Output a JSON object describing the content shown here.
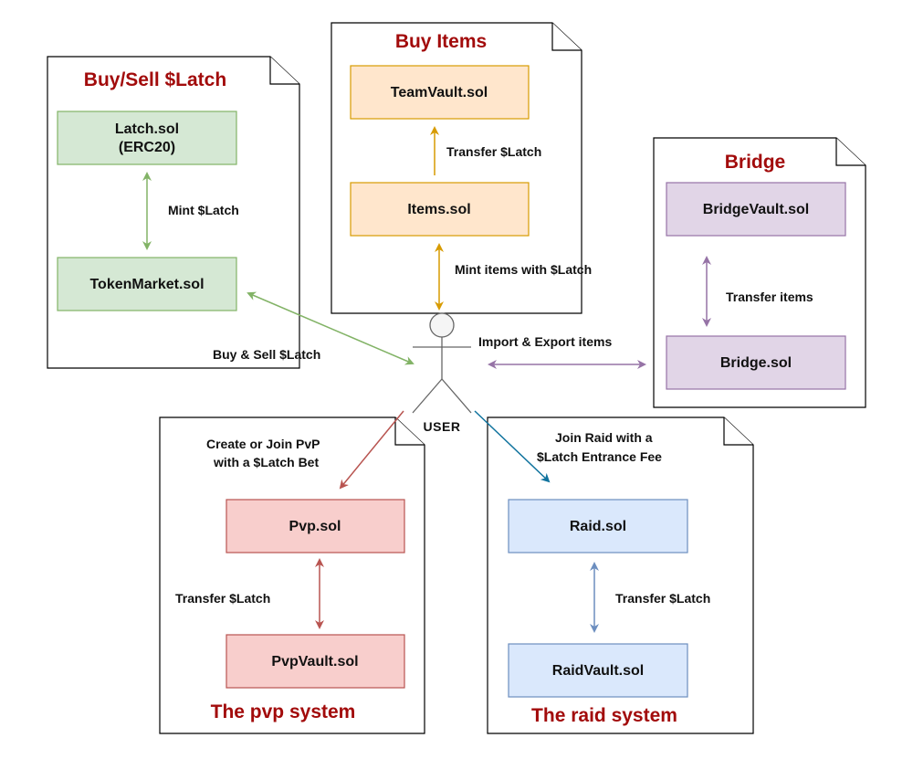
{
  "groups": {
    "buy_sell": {
      "title": "Buy/Sell $Latch",
      "box1_line1": "Latch.sol",
      "box1_line2": "(ERC20)",
      "box2": "TokenMarket.sol",
      "edge": "Mint $Latch",
      "fill": "#d5e8d4",
      "stroke": "#82b366"
    },
    "buy_items": {
      "title": "Buy Items",
      "box1": "TeamVault.sol",
      "box2": "Items.sol",
      "edge": "Transfer $Latch",
      "fill": "#ffe6cc",
      "stroke": "#d79b00"
    },
    "bridge": {
      "title": "Bridge",
      "box1": "BridgeVault.sol",
      "box2": "Bridge.sol",
      "edge": "Transfer items",
      "fill": "#e1d5e7",
      "stroke": "#9673a6"
    },
    "pvp": {
      "title": "The pvp system",
      "box1": "Pvp.sol",
      "box2": "PvpVault.sol",
      "edge": "Transfer $Latch",
      "fill": "#f8cecc",
      "stroke": "#b85450"
    },
    "raid": {
      "title": "The raid system",
      "box1": "Raid.sol",
      "box2": "RaidVault.sol",
      "edge": "Transfer $Latch",
      "fill": "#dae8fc",
      "stroke": "#6c8ebf"
    }
  },
  "user": {
    "label": "USER",
    "edges": {
      "mint_items": "Mint items with $Latch",
      "buy_sell": "Buy & Sell $Latch",
      "import_export": "Import & Export items",
      "pvp_line1": "Create or Join PvP",
      "pvp_line2": "with a $Latch Bet",
      "raid_line1": "Join Raid with a",
      "raid_line2": "$Latch Entrance Fee"
    }
  }
}
